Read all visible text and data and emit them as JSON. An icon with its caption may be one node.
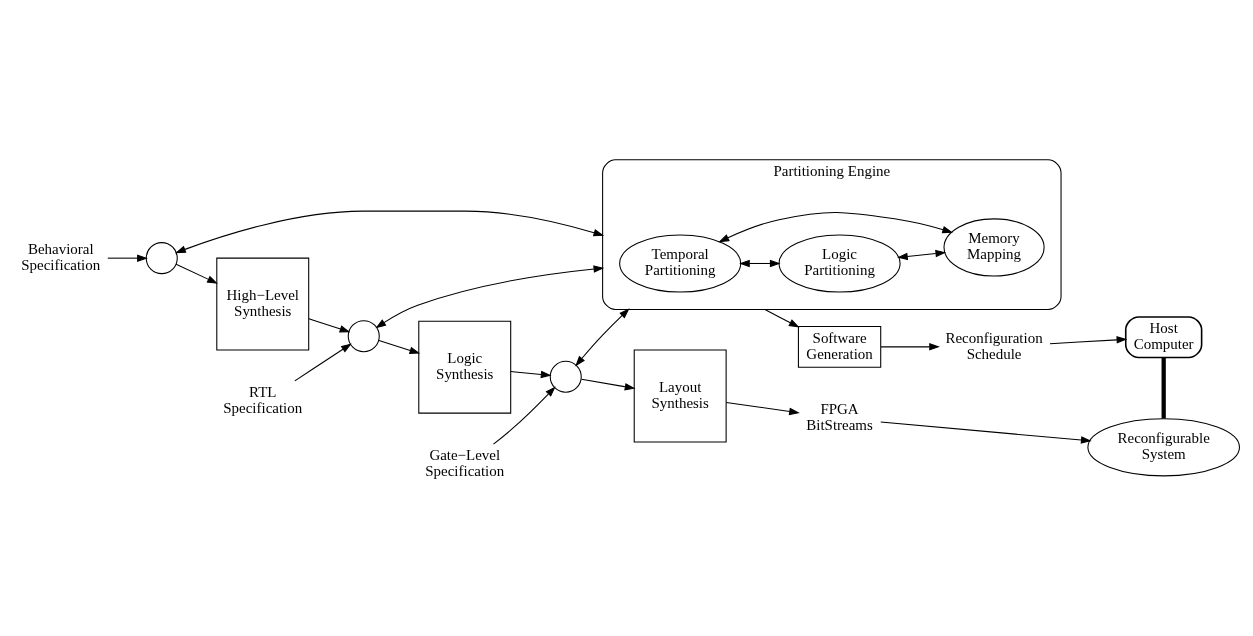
{
  "diagram": {
    "nodes": [
      {
        "text": [
          "Partitioning Engine"
        ]
      },
      {
        "text": [
          "Temporal Partitioning"
        ],
        "in": 0
      },
      {
        "text": [
          "Logic Partitioning"
        ],
        "in": 0
      },
      {
        "text": [
          "Memory Mapping"
        ],
        "in": 0
      },
      {
        "text": [
          "Software Generation"
        ]
      },
      {
        "text": [
          "Reconfiguration Schedule"
        ]
      },
      {
        "text": [
          "Host Computer"
        ]
      },
      {
        "text": [],
        "shape": "circle"
      },
      {
        "text": [
          "High−Level Synthesis"
        ]
      },
      {
        "text": [],
        "shape": "circle"
      },
      {
        "text": [
          "Logic Synthesis"
        ]
      },
      {
        "text": [],
        "shape": "circle"
      },
      {
        "text": [
          "Layout Synthesis"
        ]
      },
      {
        "text": [
          "FPGA BitStreams"
        ]
      },
      {
        "text": [
          "Reconfigurable System"
        ]
      },
      {
        "text": [
          "Behavioral Specification"
        ]
      },
      {
        "text": [
          "RTL Specification"
        ]
      },
      {
        "text": [
          "Gate−Level Specification"
        ]
      }
    ],
    "edges": [
      {
        "from": 1,
        "to": 2,
        "arrow": "both"
      },
      {
        "from": 1,
        "to": 3,
        "arrow": "both"
      },
      {
        "from": 2,
        "to": 3,
        "arrow": "both"
      },
      {
        "from": 0,
        "to": 4,
        "arrow": "to"
      },
      {
        "from": 4,
        "to": 5,
        "arrow": "to"
      },
      {
        "from": 5,
        "to": 6,
        "arrow": "to"
      },
      {
        "from": 6,
        "to": 14,
        "arrow": "none",
        "style": "thick"
      },
      {
        "from": 7,
        "to": 0,
        "arrow": "both"
      },
      {
        "from": 9,
        "to": 0,
        "arrow": "both"
      },
      {
        "from": 11,
        "to": 0,
        "arrow": "both"
      },
      {
        "from": 15,
        "to": 7,
        "arrow": "to"
      },
      {
        "from": 7,
        "to": 8,
        "arrow": "to"
      },
      {
        "from": 8,
        "to": 9,
        "arrow": "to"
      },
      {
        "from": 16,
        "to": 9,
        "arrow": "to"
      },
      {
        "from": 9,
        "to": 10,
        "arrow": "to"
      },
      {
        "from": 10,
        "to": 11,
        "arrow": "to"
      },
      {
        "from": 17,
        "to": 11,
        "arrow": "to"
      },
      {
        "from": 11,
        "to": 12,
        "arrow": "to"
      },
      {
        "from": 12,
        "to": 13,
        "arrow": "to"
      },
      {
        "from": 13,
        "to": 14,
        "arrow": "to"
      }
    ]
  }
}
